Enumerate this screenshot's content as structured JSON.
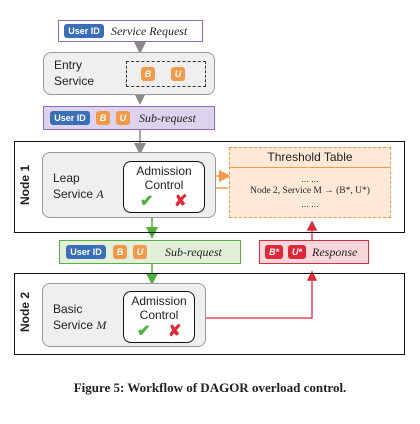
{
  "top_request": {
    "user_id": "User ID",
    "text": "Service Request"
  },
  "entry_service": {
    "title_line1": "Entry",
    "title_line2": "Service",
    "badge_b": "B",
    "badge_u": "U"
  },
  "sub_request_1": {
    "user_id": "User ID",
    "badge_b": "B",
    "badge_u": "U",
    "text": "Sub-request"
  },
  "node1": {
    "label": "Node 1",
    "service_line1": "Leap",
    "service_line2": "Service",
    "service_var": "A",
    "admission_line1": "Admission",
    "admission_line2": "Control",
    "check": "✔",
    "cross": "✘"
  },
  "threshold_table": {
    "title": "Threshold Table",
    "row1": "... ...",
    "row2": "Node 2, Service M → (B*, U*)",
    "row3": "... ..."
  },
  "sub_request_2": {
    "user_id": "User ID",
    "badge_b": "B",
    "badge_u": "U",
    "text": "Sub-request"
  },
  "response": {
    "badge_b": "B*",
    "badge_u": "U*",
    "text": "Response"
  },
  "node2": {
    "label": "Node 2",
    "service_line1": "Basic",
    "service_line2": "Service",
    "service_var": "M",
    "admission_line1": "Admission",
    "admission_line2": "Control",
    "check": "✔",
    "cross": "✘"
  },
  "caption": "Figure 5: Workflow of DAGOR overload control.",
  "colors": {
    "blue": "#3a6fb7",
    "orange": "#f2994a",
    "red": "#e0283a",
    "green": "#4caf3a",
    "purple_border": "#8e6bbf",
    "purple_fill": "#ddd3ec",
    "green_border": "#5aae43",
    "red_border": "#e0283a",
    "gray_fill": "#efefef"
  }
}
